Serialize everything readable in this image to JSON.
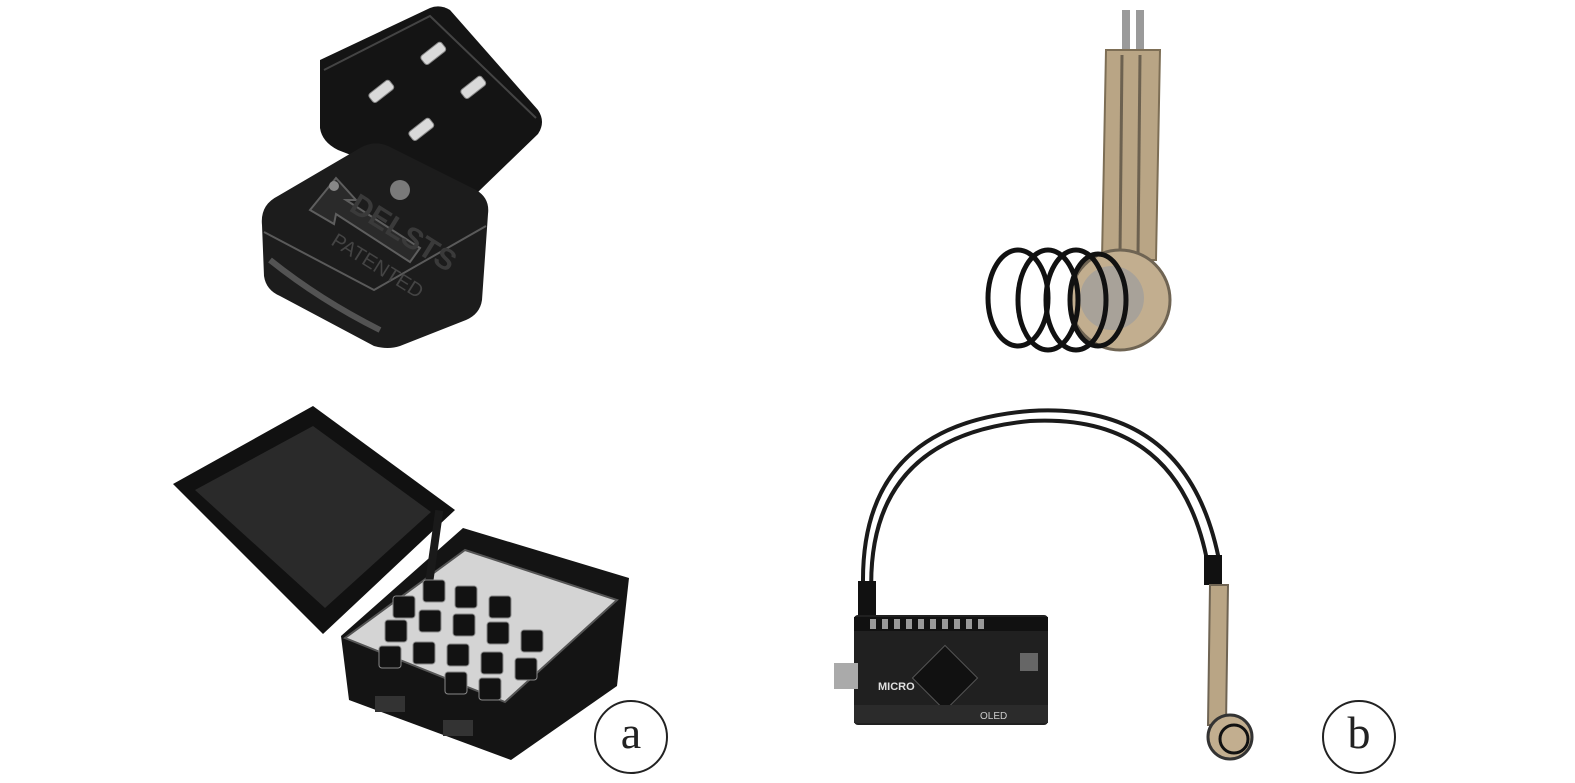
{
  "figure": {
    "panel_a_label": "a",
    "panel_b_label": "b",
    "logger_mark": "DELSTS",
    "logger_sub": "PATENTED",
    "board_mark": "MICRO",
    "board_text": "OLED",
    "colors": {
      "background": "#ffffff",
      "device_dark": "#1c1c1c",
      "sensor_tan": "#b9a585",
      "board_black": "#202020"
    }
  }
}
